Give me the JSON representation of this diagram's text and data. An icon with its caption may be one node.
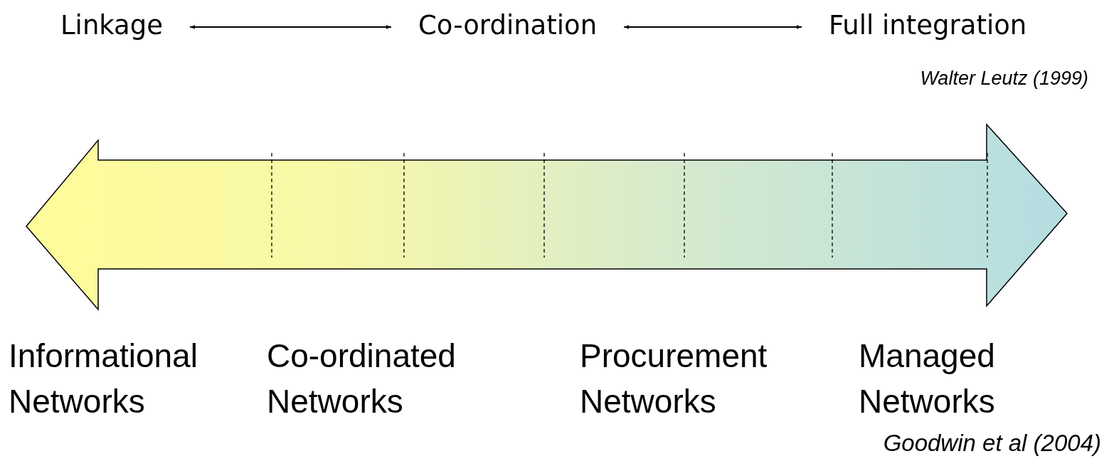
{
  "diagram": {
    "nodes": [
      {
        "text": [
          "Linkage"
        ]
      },
      {
        "text": [
          "Co-ordination"
        ]
      },
      {
        "text": [
          "Full integration"
        ]
      }
    ],
    "edges": [
      {
        "from": 0,
        "to": 1,
        "arrow": "both"
      },
      {
        "from": 1,
        "to": 2,
        "arrow": "both"
      }
    ],
    "labels": [
      "Walter Leutz (1999)",
      "Informational Networks",
      "Co-ordinated Networks",
      "Procurement Networks",
      "Managed Networks",
      "Goodwin et al (2004)"
    ]
  }
}
